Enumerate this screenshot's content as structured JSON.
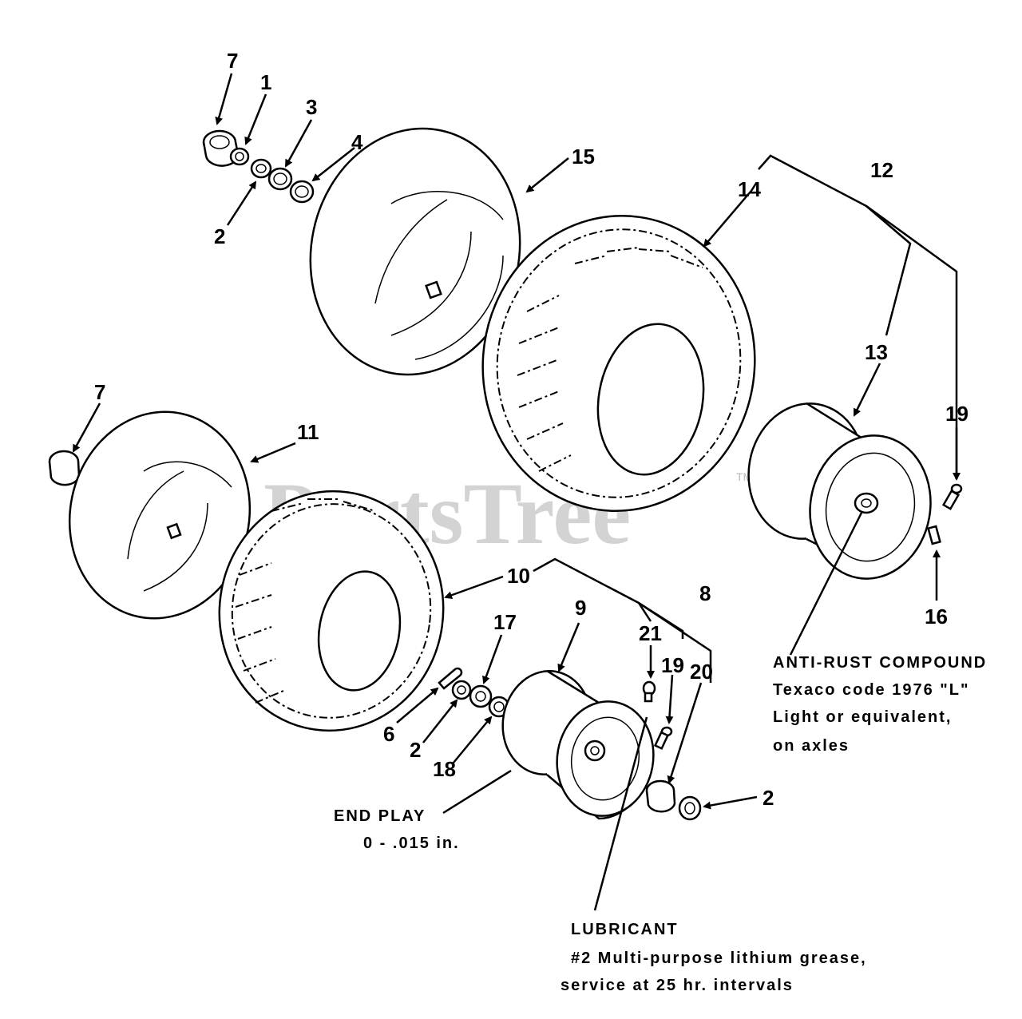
{
  "watermark": {
    "text": "PartsTree",
    "tm": "TM"
  },
  "callouts": {
    "c7_top": "7",
    "c1": "1",
    "c3": "3",
    "c4": "4",
    "c2_top": "2",
    "c15": "15",
    "c14": "14",
    "c12": "12",
    "c13": "13",
    "c19_right": "19",
    "c16": "16",
    "c7_left": "7",
    "c11": "11",
    "c10": "10",
    "c17": "17",
    "c9": "9",
    "c8": "8",
    "c21": "21",
    "c19_mid": "19",
    "c20": "20",
    "c6": "6",
    "c2_mid": "2",
    "c18": "18",
    "c2_bottom": "2"
  },
  "notes": {
    "anti_rust": {
      "line1": "ANTI-RUST COMPOUND",
      "line2": "Texaco code 1976 \"L\"",
      "line3": "Light or equivalent,",
      "line4": "on axles"
    },
    "end_play": {
      "line1": "END PLAY",
      "line2": "0 - .015 in."
    },
    "lubricant": {
      "line1": "LUBRICANT",
      "line2": "#2 Multi-purpose lithium grease,",
      "line3": "service at 25 hr. intervals"
    }
  }
}
